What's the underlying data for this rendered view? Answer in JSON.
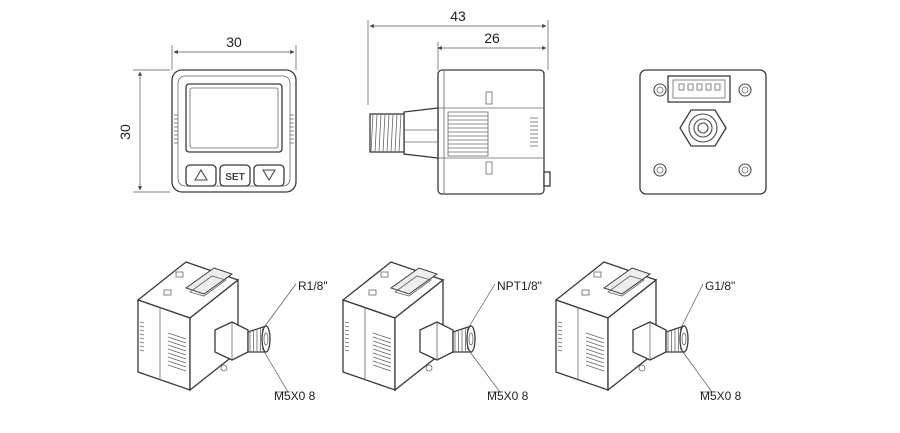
{
  "dimensions": {
    "front_width": "30",
    "front_height": "30",
    "side_total_length": "43",
    "side_body_length": "26"
  },
  "buttons": {
    "up_icon": "triangle-up-icon",
    "set_label": "SET",
    "down_icon": "triangle-down-icon"
  },
  "variants": [
    {
      "thread": "R1/8\"",
      "port": "M5X0 8"
    },
    {
      "thread": "NPT1/8\"",
      "port": "M5X0 8"
    },
    {
      "thread": "G1/8\"",
      "port": "M5X0 8"
    }
  ]
}
